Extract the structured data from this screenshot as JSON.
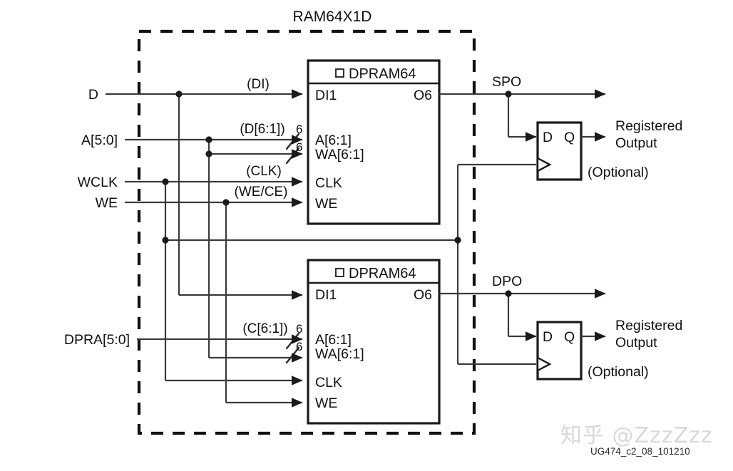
{
  "figure": {
    "title": "RAM64X1D",
    "figure_id": "UG474_c2_08_101210",
    "watermark": "知乎 @ZzzZzz"
  },
  "inputs": {
    "d": "D",
    "a": "A[5:0]",
    "wclk": "WCLK",
    "we": "WE",
    "dpra": "DPRA[5:0]"
  },
  "net_labels": {
    "di": "(DI)",
    "d_bus": "(D[6:1])",
    "clk": "(CLK)",
    "we_ce": "(WE/CE)",
    "c_bus": "(C[6:1])"
  },
  "bus_widths": {
    "a_upper": "6",
    "wa_upper": "6",
    "a_lower": "6",
    "wa_lower": "6"
  },
  "blocks": [
    {
      "name": "DPRAM64",
      "pins_in": [
        "DI1",
        "A[6:1]",
        "WA[6:1]",
        "CLK",
        "WE"
      ],
      "pins_out": [
        "O6"
      ]
    },
    {
      "name": "DPRAM64",
      "pins_in": [
        "DI1",
        "A[6:1]",
        "WA[6:1]",
        "CLK",
        "WE"
      ],
      "pins_out": [
        "O6"
      ]
    }
  ],
  "outputs": {
    "spo": "SPO",
    "dpo": "DPO"
  },
  "flipflops": [
    {
      "d_pin": "D",
      "q_pin": "Q",
      "output_line1": "Registered",
      "output_line2": "Output",
      "optional": "(Optional)"
    },
    {
      "d_pin": "D",
      "q_pin": "Q",
      "output_line1": "Registered",
      "output_line2": "Output",
      "optional": "(Optional)"
    }
  ],
  "colors": {
    "line": "#2a2a2a",
    "text": "#111111",
    "background": "#ffffff",
    "watermark": "#d8d8d8"
  }
}
